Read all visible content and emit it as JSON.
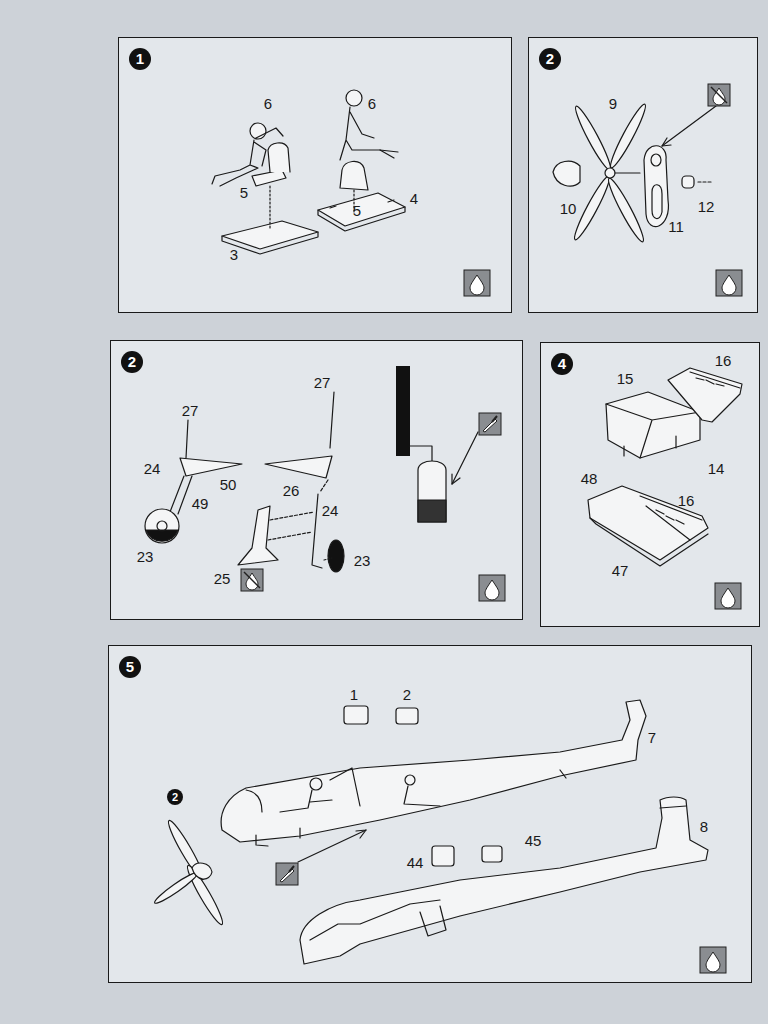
{
  "diagram": {
    "nodes": [
      {
        "text": [
          "1"
        ]
      },
      {
        "text": [
          "2"
        ]
      },
      {
        "text": [
          "2"
        ]
      },
      {
        "text": [
          "4"
        ]
      },
      {
        "text": [
          "5"
        ]
      }
    ],
    "labels": [
      "6",
      "6",
      "5",
      "5",
      "4",
      "3",
      "9",
      "10",
      "12",
      "11",
      "27",
      "27",
      "50",
      "24",
      "26",
      "49",
      "24",
      "23",
      "25",
      "23",
      "15",
      "16",
      "14",
      "48",
      "16",
      "47",
      "1",
      "2",
      "7",
      "8",
      "44",
      "45",
      "2"
    ]
  }
}
